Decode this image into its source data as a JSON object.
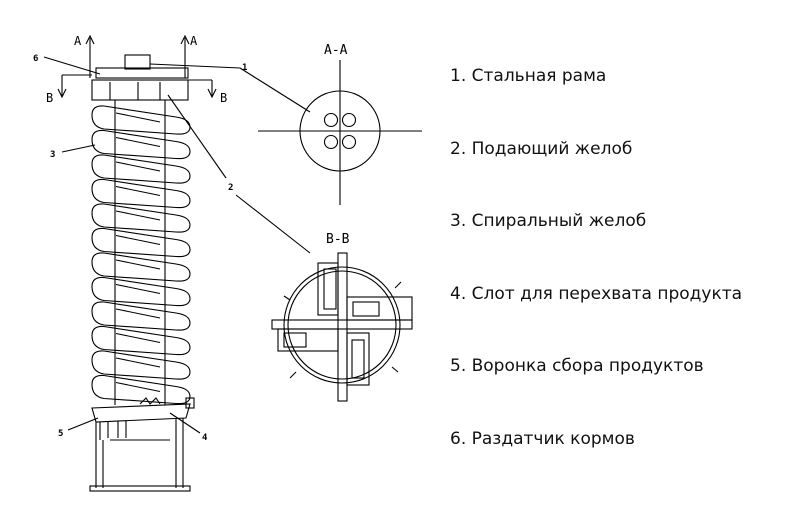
{
  "drawing": {
    "section_a_label": "A",
    "section_b_label": "B",
    "callout_numbers": [
      "1",
      "2",
      "3",
      "4",
      "5",
      "6"
    ],
    "section_a_title": "A-A",
    "section_b_title": "B-B"
  },
  "legend": {
    "items": [
      "1. Стальная рама",
      "2. Подающий желоб",
      "3. Спиральный желоб",
      "4. Слот для перехвата продукта",
      "5. Воронка сбора продуктов",
      "6. Раздатчик кормов"
    ]
  }
}
